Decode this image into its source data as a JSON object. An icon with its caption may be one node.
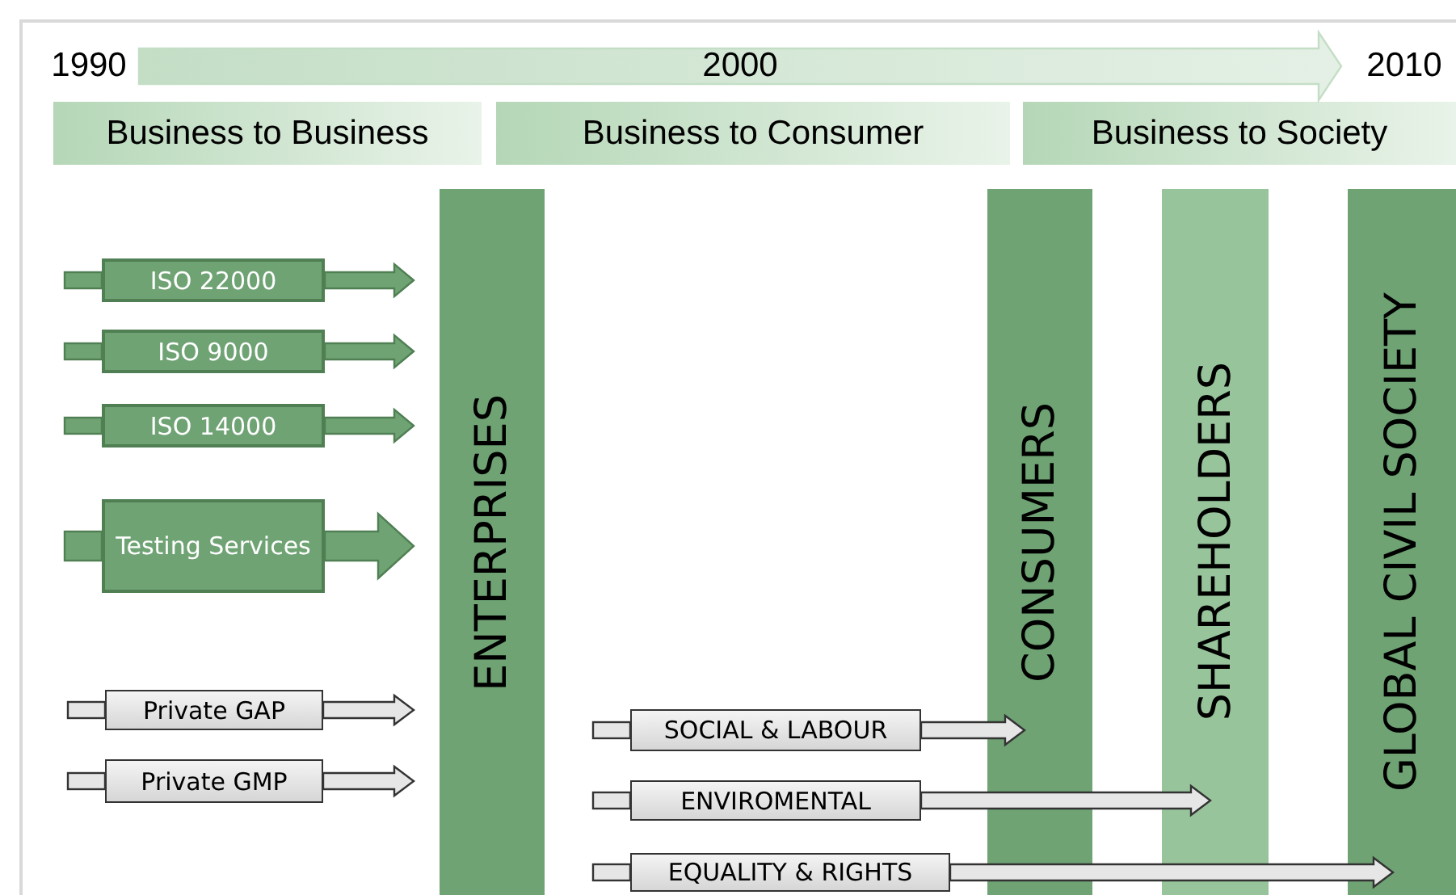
{
  "diagram": {
    "nodes": [
      {
        "text": [
          "1990"
        ]
      },
      {
        "text": [
          "2010"
        ]
      },
      {
        "text": [
          "Business to Business"
        ]
      },
      {
        "text": [
          "Business to Consumer"
        ]
      },
      {
        "text": [
          "Business to Society"
        ]
      },
      {
        "text": [
          "ENTERPRISES"
        ]
      },
      {
        "text": [
          "CONSUMERS"
        ]
      },
      {
        "text": [
          "SHAREHOLDERS"
        ]
      },
      {
        "text": [
          "GLOBAL CIVIL SOCIETY"
        ]
      },
      {
        "text": [
          "ISO 22000"
        ]
      },
      {
        "text": [
          "ISO 9000"
        ]
      },
      {
        "text": [
          "ISO 14000"
        ]
      },
      {
        "text": [
          "Testing Services"
        ]
      },
      {
        "text": [
          "Private GAP"
        ]
      },
      {
        "text": [
          "Private GMP"
        ]
      },
      {
        "text": [
          "SOCIAL & LABOUR"
        ]
      },
      {
        "text": [
          "ENVIROMENTAL"
        ]
      },
      {
        "text": [
          "EQUALITY & RIGHTS"
        ]
      }
    ],
    "edges": [
      {
        "from": 0,
        "to": 1,
        "arrow": "to",
        "label": "2000",
        "color": "#c4dec6"
      },
      {
        "from": 9,
        "to": 5,
        "arrow": "to",
        "color": "#6fa374"
      },
      {
        "from": 10,
        "to": 5,
        "arrow": "to",
        "color": "#6fa374"
      },
      {
        "from": 11,
        "to": 5,
        "arrow": "to",
        "color": "#6fa374"
      },
      {
        "from": 12,
        "to": 5,
        "arrow": "to",
        "color": "#6fa374"
      },
      {
        "from": 13,
        "to": 5,
        "arrow": "to",
        "color": "#e6e6e6"
      },
      {
        "from": 14,
        "to": 5,
        "arrow": "to",
        "color": "#e6e6e6"
      },
      {
        "from": 15,
        "to": 6,
        "arrow": "to",
        "color": "#e6e6e6"
      },
      {
        "from": 16,
        "to": 7,
        "arrow": "to",
        "color": "#e6e6e6"
      },
      {
        "from": 17,
        "to": 8,
        "arrow": "to",
        "color": "#e6e6e6"
      }
    ]
  }
}
